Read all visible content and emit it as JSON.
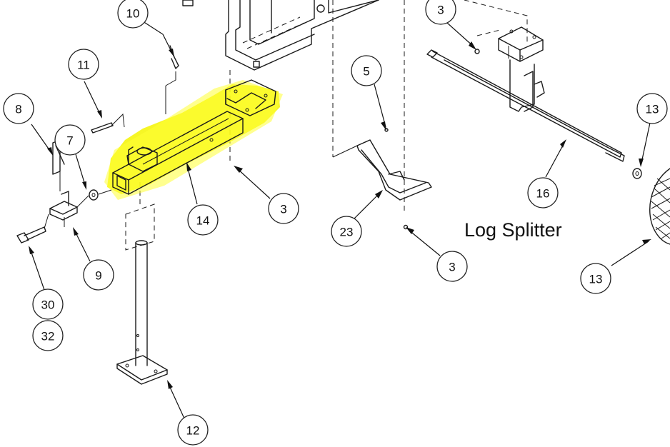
{
  "diagram": {
    "title": "Log Splitter",
    "highlight_color": "#f5f500",
    "callouts": [
      {
        "id": "c10",
        "label": "10"
      },
      {
        "id": "c11",
        "label": "11"
      },
      {
        "id": "c8",
        "label": "8"
      },
      {
        "id": "c7",
        "label": "7"
      },
      {
        "id": "c9",
        "label": "9"
      },
      {
        "id": "c30",
        "label": "30"
      },
      {
        "id": "c32",
        "label": "32"
      },
      {
        "id": "c14",
        "label": "14"
      },
      {
        "id": "c3a",
        "label": "3"
      },
      {
        "id": "c12",
        "label": "12"
      },
      {
        "id": "c5",
        "label": "5"
      },
      {
        "id": "c23",
        "label": "23"
      },
      {
        "id": "c3b",
        "label": "3"
      },
      {
        "id": "c3c",
        "label": "3"
      },
      {
        "id": "c16",
        "label": "16"
      },
      {
        "id": "c13a",
        "label": "13"
      },
      {
        "id": "c13b",
        "label": "13"
      }
    ]
  }
}
